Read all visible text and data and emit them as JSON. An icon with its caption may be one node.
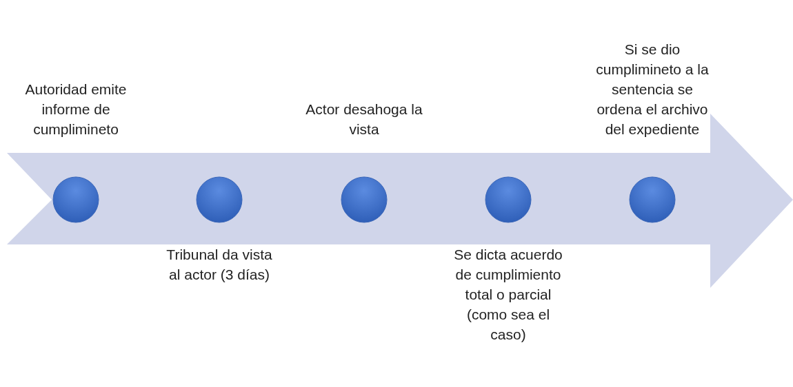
{
  "diagram": {
    "nodes": [
      {
        "text": [],
        "shape": "circle",
        "beside": [
          "Autoridad emite informe de cumplimineto"
        ]
      },
      {
        "text": [],
        "shape": "circle",
        "beside": [
          "Tribunal da vista al actor (3 días)"
        ]
      },
      {
        "text": [],
        "shape": "circle",
        "beside": [
          "Actor desahoga la vista"
        ]
      },
      {
        "text": [],
        "shape": "circle",
        "beside": [
          "Se dicta acuerdo de cumplimiento total o parcial (como sea el caso)"
        ]
      },
      {
        "text": [],
        "shape": "circle",
        "beside": [
          "Si se dio cumplimineto a la sentencia se ordena el archivo del expediente"
        ]
      }
    ]
  }
}
